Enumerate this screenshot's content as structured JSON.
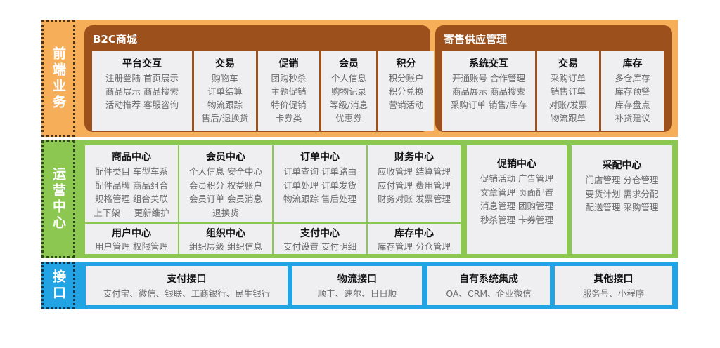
{
  "front": {
    "label": "前端业务",
    "groups": [
      {
        "title": "B2C商城",
        "modules": [
          {
            "title": "平台交互",
            "lines": [
              "注册登陆  首页展示",
              "商品展示  商品搜索",
              "活动推荐  客服咨询"
            ]
          },
          {
            "title": "交易",
            "lines": [
              "购物车",
              "订单结算",
              "物流跟踪",
              "售后/退换货"
            ]
          },
          {
            "title": "促销",
            "lines": [
              "团购秒杀",
              "主题促销",
              "特价促销",
              "卡券类"
            ]
          },
          {
            "title": "会员",
            "lines": [
              "个人信息",
              "购物记录",
              "等级/消息",
              "优惠券"
            ]
          },
          {
            "title": "积分",
            "lines": [
              "积分账户",
              "积分兑换",
              "营销活动"
            ]
          }
        ]
      },
      {
        "title": "寄售供应管理",
        "modules": [
          {
            "title": "系统交互",
            "lines": [
              "开通账号  合作管理",
              "商品展示  商品搜索",
              "采购订单  销售/库存"
            ]
          },
          {
            "title": "交易",
            "lines": [
              "采购订单",
              "销售订单",
              "对账/发票",
              "物流跟单"
            ]
          },
          {
            "title": "库存",
            "lines": [
              "多仓库存",
              "库存预警",
              "库存盘点",
              "补货建议"
            ]
          }
        ]
      }
    ]
  },
  "ops": {
    "label": "运营中心",
    "cells": [
      {
        "title": "商品中心",
        "lines": [
          "配件类目  车型车系",
          "配件品牌  商品组合",
          "规格管理  组合关联",
          "上下架     更新维护"
        ]
      },
      {
        "title": "会员中心",
        "lines": [
          "个人信息  安全中心",
          "会员积分  权益账户",
          "会员订单  会员消息",
          "退换货"
        ]
      },
      {
        "title": "订单中心",
        "lines": [
          "订单查询  订单路由",
          "订单处理  订单发货",
          "物流跟踪  售后处理"
        ]
      },
      {
        "title": "财务中心",
        "lines": [
          "应收管理  结算管理",
          "应付管理  费用管理",
          "财务对账  发票管理"
        ]
      },
      {
        "title": "用户中心",
        "lines": [
          "用户管理  权限管理"
        ]
      },
      {
        "title": "组织中心",
        "lines": [
          "组织层级  组织信息"
        ]
      },
      {
        "title": "支付中心",
        "lines": [
          "支付设置  支付明细"
        ]
      },
      {
        "title": "库存中心",
        "lines": [
          "库存管理  分仓管理"
        ]
      },
      {
        "title": "促销中心",
        "lines": [
          "促销活动  广告管理",
          "文章管理  页面配置",
          "消息管理  团购管理",
          "秒杀管理  卡券管理"
        ]
      },
      {
        "title": "采配中心",
        "lines": [
          "门店管理  分仓管理",
          "要货计划  需求分配",
          "配送管理  采购管理"
        ]
      }
    ]
  },
  "iface": {
    "label": "接口",
    "cells": [
      {
        "title": "支付接口",
        "lines": [
          "支付宝、微信、银联、工商银行、民生银行"
        ]
      },
      {
        "title": "物流接口",
        "lines": [
          "顺丰、速尔、日日顺"
        ]
      },
      {
        "title": "自有系统集成",
        "lines": [
          "OA、CRM、企业微信"
        ]
      },
      {
        "title": "其他接口",
        "lines": [
          "服务号、小程序"
        ]
      }
    ]
  },
  "colors": {
    "front_bg": "#f7ae59",
    "front_group": "#9c511d",
    "ops_bg": "#8bc751",
    "iface_bg": "#22a3e4",
    "module_bg": "#efeff2"
  }
}
